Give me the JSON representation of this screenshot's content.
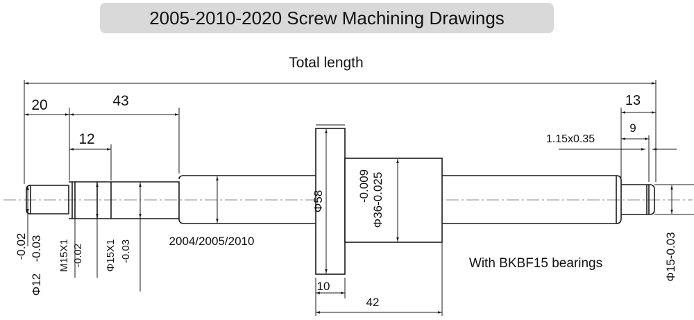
{
  "title": "2005-2010-2020  Screw Machining Drawings",
  "labels": {
    "total_length": "Total length",
    "dim_20": "20",
    "dim_43": "43",
    "dim_12": "12",
    "dim_13": "13",
    "dim_9": "9",
    "groove": "1.15x0.35",
    "nut_tol": "-0.009",
    "nut_dia": "Φ36-0.025",
    "flange_dia": "Φ58",
    "models": "2004/2005/2010",
    "bearings": "With BKBF15 bearings",
    "dim_10": "10",
    "dim_42": "42",
    "end_tol_top": "-0.02",
    "end_tol_bot": "-0.03",
    "end_dia": "Φ12",
    "thread_name": "M15X1",
    "thread_tol": "-0.02",
    "phi15_name": "Φ15X1",
    "phi15_tol": "-0.03",
    "right_dia": "Φ15-0.03"
  },
  "colors": {
    "line": "#1a1a1a",
    "center": "#888888",
    "title_bg": "#d9d9d9"
  }
}
